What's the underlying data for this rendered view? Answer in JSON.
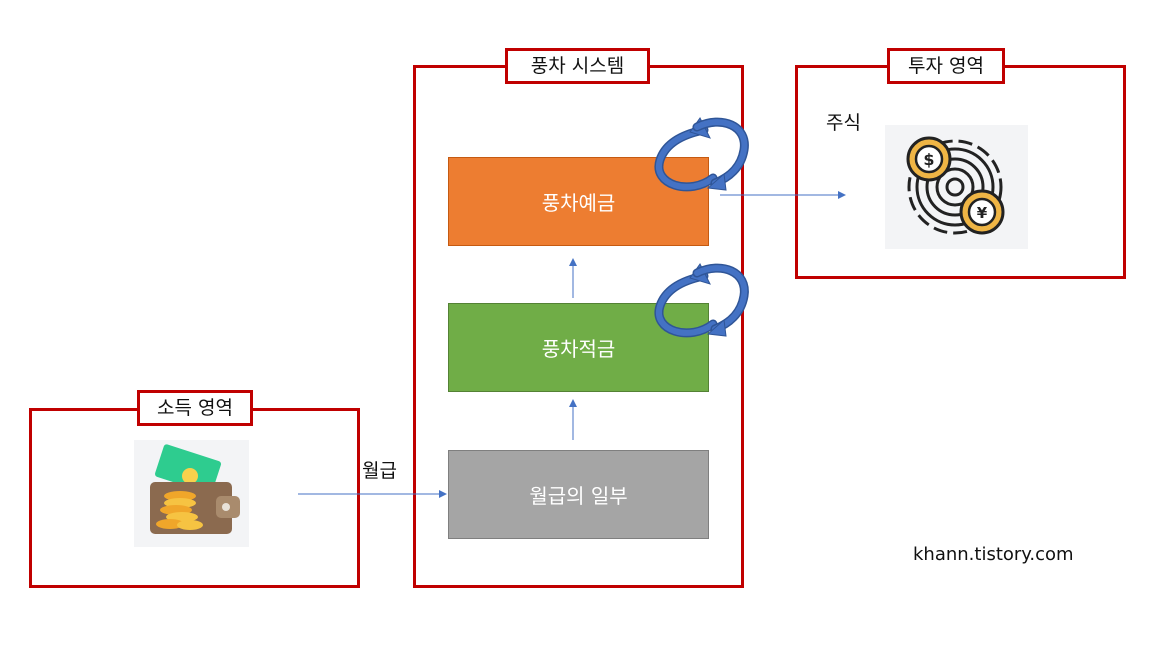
{
  "income": {
    "title": "소득 영역"
  },
  "system": {
    "title": "풍차 시스템",
    "deposit": "풍차예금",
    "savings": "풍차적금",
    "salary_part": "월급의 일부"
  },
  "invest": {
    "title": "투자 영역",
    "stock": "주식"
  },
  "salary_label": "월급",
  "watermark": "khann.tistory.com",
  "icons": [
    "wallet-coins-icon",
    "currency-gear-icon",
    "cycle-arrow-icon"
  ],
  "colors": {
    "frame": "#c00000",
    "deposit": "#ed7d31",
    "savings": "#70ad47",
    "salary_part": "#a5a5a5",
    "arrow": "#4472c4"
  }
}
